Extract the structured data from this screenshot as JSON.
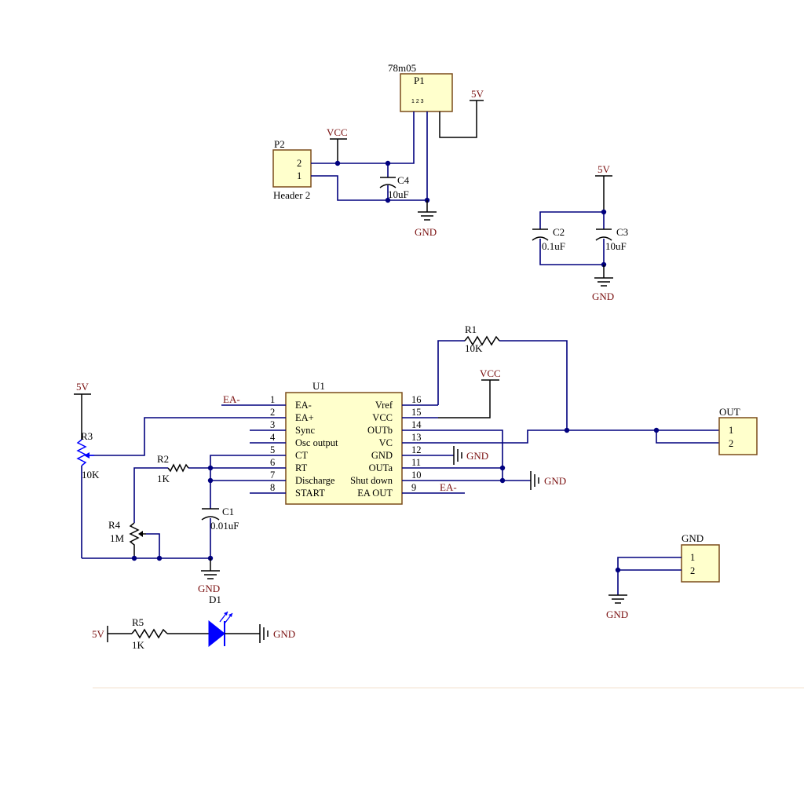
{
  "components": {
    "p1": {
      "name": "78m05",
      "ref": "P1",
      "pin_marks": "1 2 3"
    },
    "p2": {
      "ref": "P2",
      "pins": [
        "2",
        "1"
      ],
      "value": "Header 2"
    },
    "c4": {
      "ref": "C4",
      "value": "10uF"
    },
    "c2": {
      "ref": "C2",
      "value": "0.1uF"
    },
    "c3": {
      "ref": "C3",
      "value": "10uF"
    },
    "r1": {
      "ref": "R1",
      "value": "10K"
    },
    "r2": {
      "ref": "R2",
      "value": "1K"
    },
    "r3": {
      "ref": "R3",
      "value": "10K"
    },
    "r4": {
      "ref": "R4",
      "value": "1M"
    },
    "r5": {
      "ref": "R5",
      "value": "1K"
    },
    "c1": {
      "ref": "C1",
      "value": "0.01uF"
    },
    "d1": {
      "ref": "D1"
    },
    "out": {
      "ref": "OUT",
      "pins": [
        "1",
        "2"
      ]
    },
    "gndconn": {
      "ref": "GND",
      "pins": [
        "1",
        "2"
      ]
    }
  },
  "u1": {
    "ref": "U1",
    "left_pins": [
      {
        "num": "1",
        "name": "EA-"
      },
      {
        "num": "2",
        "name": "EA+"
      },
      {
        "num": "3",
        "name": "Sync"
      },
      {
        "num": "4",
        "name": "Osc output"
      },
      {
        "num": "5",
        "name": "CT"
      },
      {
        "num": "6",
        "name": "RT"
      },
      {
        "num": "7",
        "name": "Discharge"
      },
      {
        "num": "8",
        "name": "START"
      }
    ],
    "right_pins": [
      {
        "num": "16",
        "name": "Vref"
      },
      {
        "num": "15",
        "name": "VCC"
      },
      {
        "num": "14",
        "name": "OUTb"
      },
      {
        "num": "13",
        "name": "VC"
      },
      {
        "num": "12",
        "name": "GND"
      },
      {
        "num": "11",
        "name": "OUTa"
      },
      {
        "num": "10",
        "name": "Shut down"
      },
      {
        "num": "9",
        "name": "EA OUT"
      }
    ]
  },
  "power": {
    "vcc": "VCC",
    "v5": "5V",
    "gnd": "GND"
  },
  "net_labels": {
    "ea_minus": "EA-"
  },
  "colors": {
    "wire": "#00007f",
    "component_body": "#ffffcc",
    "power_label": "#7a1010",
    "potentiometer": "#0000ff",
    "led": "#0000ff"
  }
}
